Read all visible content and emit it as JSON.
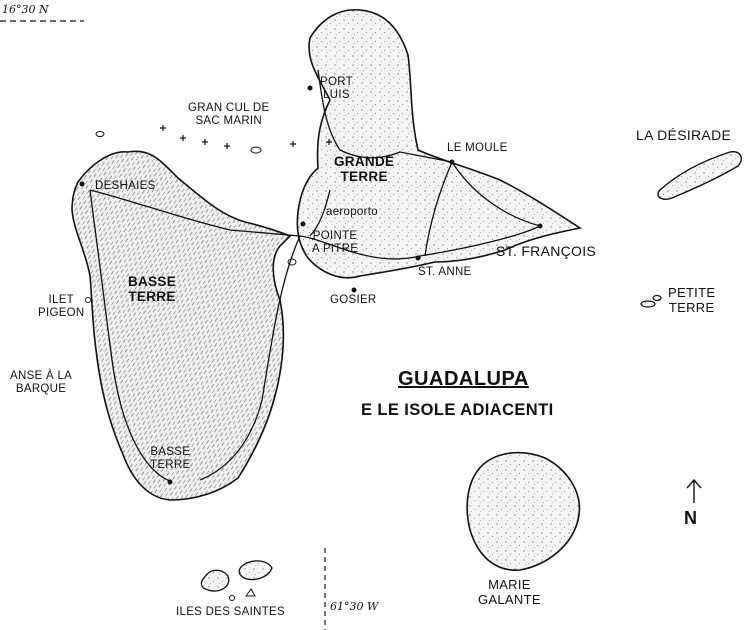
{
  "title": "GUADALUPA",
  "subtitle": "E LE ISOLE ADIACENTI",
  "coordinates": {
    "latitude": "16°30 N",
    "longitude": "61°30 W"
  },
  "north_label": "N",
  "regions": {
    "grande_terre": "GRANDE\nTERRE",
    "basse_terre": "BASSE\nTERRE"
  },
  "places": {
    "port_louis": "PORT\nLUIS",
    "gran_cul_de_sac": "GRAN CUL DE\nSAC MARIN",
    "le_moule": "LE MOULE",
    "deshaies": "DESHAIES",
    "aeroporto": "aeroporto",
    "pointe_a_pitre": "POINTE\nA PITRE",
    "st_francois": "ST. FRANÇOIS",
    "st_anne": "ST. ANNE",
    "gosier": "GOSIER",
    "ilet_pigeon": "ILET\nPIGEON",
    "anse_a_la_barque": "ANSE À LA\nBARQUE",
    "basse_terre_town": "BASSE\nTERRE"
  },
  "islands": {
    "la_desirade": "LA DÉSIRADE",
    "petite_terre": "PETITE\nTERRE",
    "marie_galante": "MARIE\nGALANTE",
    "iles_des_saintes": "ILES DES SAINTES"
  },
  "colors": {
    "ink": "#111111",
    "land_fill": "#f3f3f3",
    "paper": "#ffffff"
  }
}
